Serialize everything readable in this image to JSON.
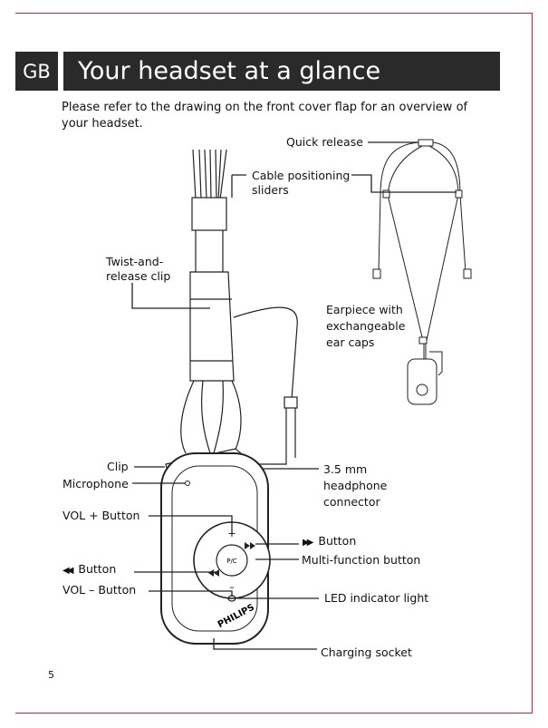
{
  "header": {
    "lang_badge": "GB",
    "title": "Your headset at a glance"
  },
  "intro": "Please refer to the drawing on the front cover flap for an overview of your headset.",
  "labels": {
    "quick_release": "Quick release",
    "cable_sliders": "Cable positioning sliders",
    "twist_clip": "Twist-and-release clip",
    "earpiece": "Earpiece with exchangeable ear caps",
    "clip": "Clip",
    "microphone": "Microphone",
    "headphone_connector": "3.5 mm headphone connector",
    "vol_plus": "VOL + Button",
    "ff_button": "Button",
    "rew_button": "Button",
    "multi_function": "Multi-function button",
    "vol_minus": "VOL – Button",
    "led": "LED indicator light",
    "charging": "Charging socket"
  },
  "device": {
    "center_button": "P/C",
    "brand": "PHILIPS",
    "plus": "+",
    "minus": "–"
  },
  "icons": {
    "ff": "fast-forward-icon",
    "rew": "rewind-icon"
  },
  "page_number": "5",
  "colors": {
    "accent": "#d2232a",
    "header_bg": "#2a2a2a"
  }
}
